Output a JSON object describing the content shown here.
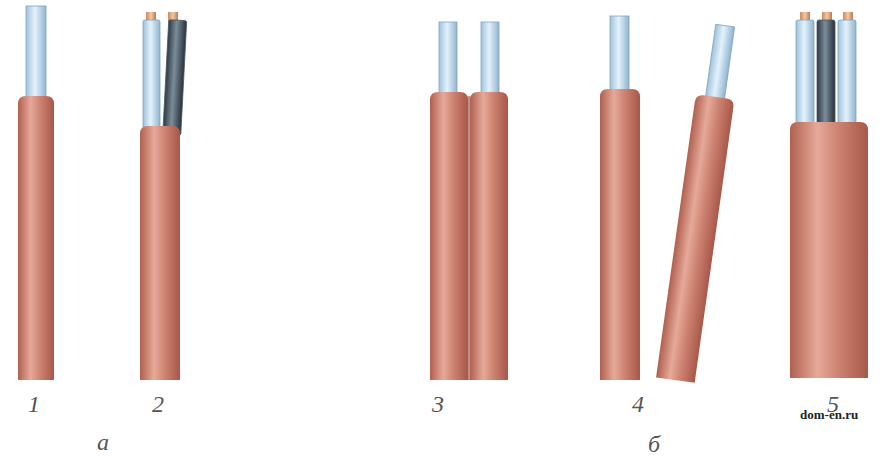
{
  "diagram": {
    "labels": [
      "1",
      "2",
      "а",
      "3",
      "4",
      "5",
      "б",
      "dom-en.ru"
    ]
  }
}
